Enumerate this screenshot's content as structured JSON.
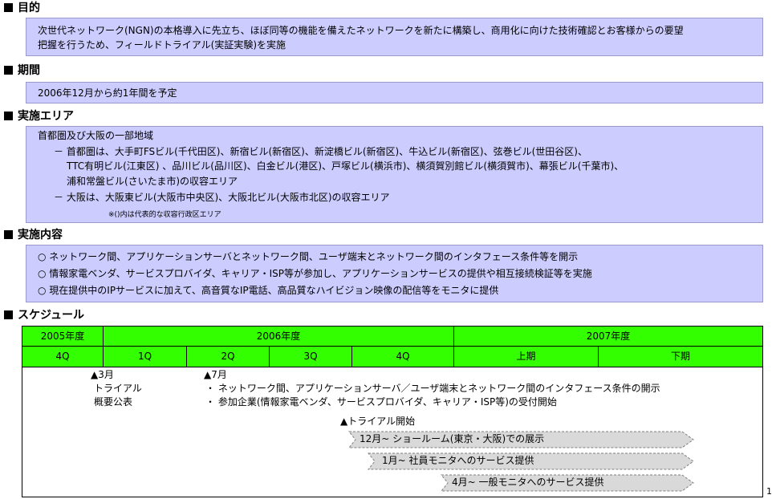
{
  "sections": {
    "purpose": {
      "title": "目的",
      "lines": [
        "次世代ネットワーク(NGN)の本格導入に先立ち、ほぼ同等の機能を備えたネットワークを新たに構築し、商用化に向けた技術確認とお客様からの要望",
        "把握を行うため、フィールドトライアル(実証実験)を実施"
      ]
    },
    "period": {
      "title": "期間",
      "text": "2006年12月から約1年間を予定"
    },
    "area": {
      "title": "実施エリア",
      "intro": "首都圏及び大阪の一部地域",
      "lines": [
        "－  首都圏は、大手町FSビル(千代田区)、新宿ビル(新宿区)、新淀橋ビル(新宿区)、牛込ビル(新宿区)、弦巻ビル(世田谷区)、",
        "TTC有明ビル(江東区) 、品川ビル(品川区)、白金ビル(港区)、戸塚ビル(横浜市)、横須賀別館ビル(横須賀市)、幕張ビル(千葉市)、",
        "浦和常盤ビル(さいたま市)の収容エリア",
        "－  大阪は、大阪東ビル(大阪市中央区)、大阪北ビル(大阪市北区)の収容エリア"
      ],
      "note": "※()内は代表的な収容行政区エリア"
    },
    "content": {
      "title": "実施内容",
      "lines": [
        "○ ネットワーク間、アプリケーションサーバとネットワーク間、ユーザ端末とネットワーク間のインタフェース条件等を開示",
        "○ 情報家電ベンダ、サービスプロバイダ、キャリア・ISP等が参加し、アプリケーションサービスの提供や相互接続検証等を実施",
        "○ 現在提供中のIPサービスに加えて、高音質なIP電話、高品質なハイビジョン映像の配信等をモニタに提供"
      ]
    },
    "schedule": {
      "title": "スケジュール",
      "years": [
        "2005年度",
        "2006年度",
        "2007年度"
      ],
      "quarters": [
        "4Q",
        "1Q",
        "2Q",
        "3Q",
        "4Q",
        "上期",
        "下期"
      ],
      "march": {
        "mark": "▲3月",
        "line1": "トライアル",
        "line2": "概要公表"
      },
      "july": {
        "mark": "▲7月",
        "items": [
          "・ ネットワーク間、アプリケーションサーバ／ユーザ端末とネットワーク間のインタフェース条件の開示",
          "・ 参加企業(情報家電ベンダ、サービスプロバイダ、キャリア・ISP等)の受付開始"
        ]
      },
      "trial_start": "▲トライアル開始",
      "bars": [
        "12月~  ショールーム(東京・大阪)での展示",
        "1月~  社員モニタへのサービス提供",
        "4月~  一般モニタへのサービス提供"
      ]
    }
  },
  "page_number": "1"
}
